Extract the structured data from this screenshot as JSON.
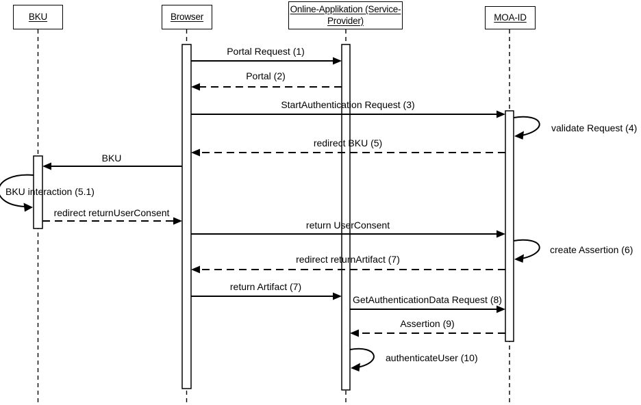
{
  "diagram": {
    "kind": "uml-sequence-diagram",
    "colors": {
      "line": "#000000",
      "background": "#ffffff",
      "activation_fill": "#ffffff"
    },
    "participants": [
      {
        "name": "BKU"
      },
      {
        "name": "Browser"
      },
      {
        "name": "Online-Applikation (Service-\nProvider)"
      },
      {
        "name": "MOA-ID"
      }
    ],
    "messages": [
      {
        "label": "Portal Request (1)",
        "from": "Browser",
        "to": "Online-Applikation (Service-Provider)",
        "style": "solid",
        "type": "message"
      },
      {
        "label": "Portal (2)",
        "from": "Online-Applikation (Service-Provider)",
        "to": "Browser",
        "style": "dashed",
        "type": "return"
      },
      {
        "label": "StartAuthentication Request (3)",
        "from": "Browser",
        "to": "MOA-ID",
        "style": "solid",
        "type": "message"
      },
      {
        "label": "validate Request (4)",
        "from": "MOA-ID",
        "to": "MOA-ID",
        "style": "solid",
        "type": "self"
      },
      {
        "label": "redirect BKU (5)",
        "from": "MOA-ID",
        "to": "Browser",
        "style": "dashed",
        "type": "return"
      },
      {
        "label": "BKU",
        "from": "Browser",
        "to": "BKU",
        "style": "solid",
        "type": "message"
      },
      {
        "label": "BKU interaction (5.1)",
        "from": "BKU",
        "to": "BKU",
        "style": "solid",
        "type": "self"
      },
      {
        "label": "redirect returnUserConsent",
        "from": "BKU",
        "to": "Browser",
        "style": "dashed",
        "type": "return"
      },
      {
        "label": "return UserConsent",
        "from": "Browser",
        "to": "MOA-ID",
        "style": "solid",
        "type": "message"
      },
      {
        "label": "create Assertion (6)",
        "from": "MOA-ID",
        "to": "MOA-ID",
        "style": "solid",
        "type": "self"
      },
      {
        "label": "redirect returnArtifact (7)",
        "from": "MOA-ID",
        "to": "Browser",
        "style": "dashed",
        "type": "return"
      },
      {
        "label": "return Artifact (7)",
        "from": "Browser",
        "to": "Online-Applikation (Service-Provider)",
        "style": "solid",
        "type": "message"
      },
      {
        "label": "GetAuthenticationData Request (8)",
        "from": "Online-Applikation (Service-Provider)",
        "to": "MOA-ID",
        "style": "solid",
        "type": "message"
      },
      {
        "label": "Assertion (9)",
        "from": "MOA-ID",
        "to": "Online-Applikation (Service-Provider)",
        "style": "dashed",
        "type": "return"
      },
      {
        "label": "authenticateUser (10)",
        "from": "Online-Applikation (Service-Provider)",
        "to": "Online-Applikation (Service-Provider)",
        "style": "solid",
        "type": "self"
      }
    ]
  }
}
